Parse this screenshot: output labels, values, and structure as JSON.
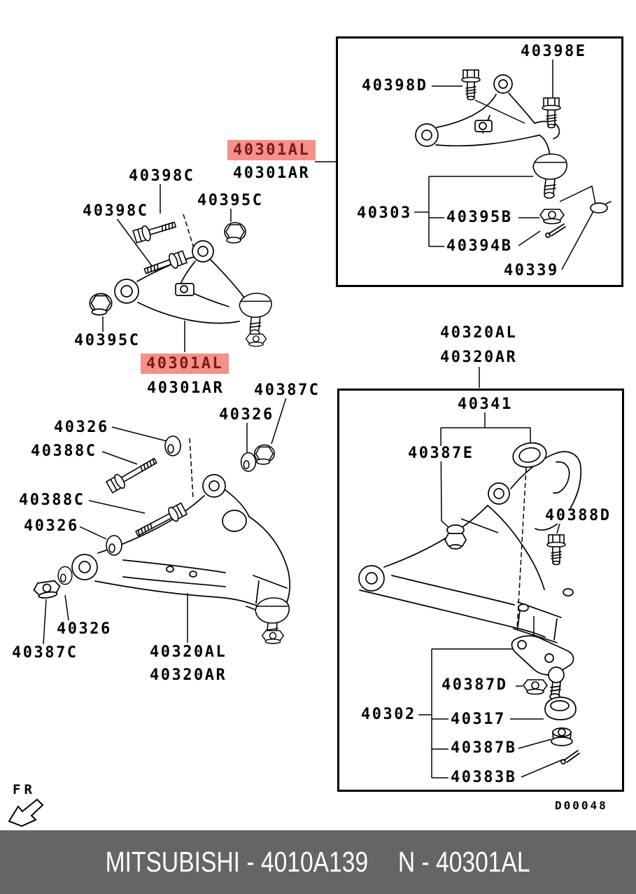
{
  "page": {
    "background": "#ffffff",
    "line_color": "#000000"
  },
  "highlight": {
    "background": "#f5908a",
    "text_color": "#7b1a15"
  },
  "diagram_code": "D00048",
  "fr_label": "FR",
  "footer": {
    "background": "#656565",
    "text_color": "#ffffff",
    "left": "MITSUBISHI - 4010A139",
    "right": "N - 40301AL"
  },
  "labels": {
    "t398e": {
      "text": "40398E"
    },
    "t398d": {
      "text": "40398D"
    },
    "t303": {
      "text": "40303"
    },
    "t395b": {
      "text": "40395B"
    },
    "t394b": {
      "text": "40394B"
    },
    "t339": {
      "text": "40339"
    },
    "tl301al_top": {
      "text": "40301AL",
      "highlighted": true
    },
    "tl301ar_top": {
      "text": "40301AR"
    },
    "tl398c_a": {
      "text": "40398C"
    },
    "tl398c_b": {
      "text": "40398C"
    },
    "tl395c_a": {
      "text": "40395C"
    },
    "tl395c_b": {
      "text": "40395C"
    },
    "tl301al_bot": {
      "text": "40301AL",
      "highlighted": true
    },
    "tl301ar_bot": {
      "text": "40301AR"
    },
    "tl387c": {
      "text": "40387C"
    },
    "bl326_a": {
      "text": "40326"
    },
    "bl388c_a": {
      "text": "40388C"
    },
    "bl388c_b": {
      "text": "40388C"
    },
    "bl326_b": {
      "text": "40326"
    },
    "bl326_c": {
      "text": "40326"
    },
    "bl326_d": {
      "text": "40326"
    },
    "bl387c": {
      "text": "40387C"
    },
    "bl320al": {
      "text": "40320AL"
    },
    "bl320ar": {
      "text": "40320AR"
    },
    "br320al": {
      "text": "40320AL"
    },
    "br320ar": {
      "text": "40320AR"
    },
    "b341": {
      "text": "40341"
    },
    "b387e": {
      "text": "40387E"
    },
    "b388d": {
      "text": "40388D"
    },
    "b387d": {
      "text": "40387D"
    },
    "b302": {
      "text": "40302"
    },
    "b317": {
      "text": "40317"
    },
    "b387b": {
      "text": "40387B"
    },
    "b383b": {
      "text": "40383B"
    }
  }
}
